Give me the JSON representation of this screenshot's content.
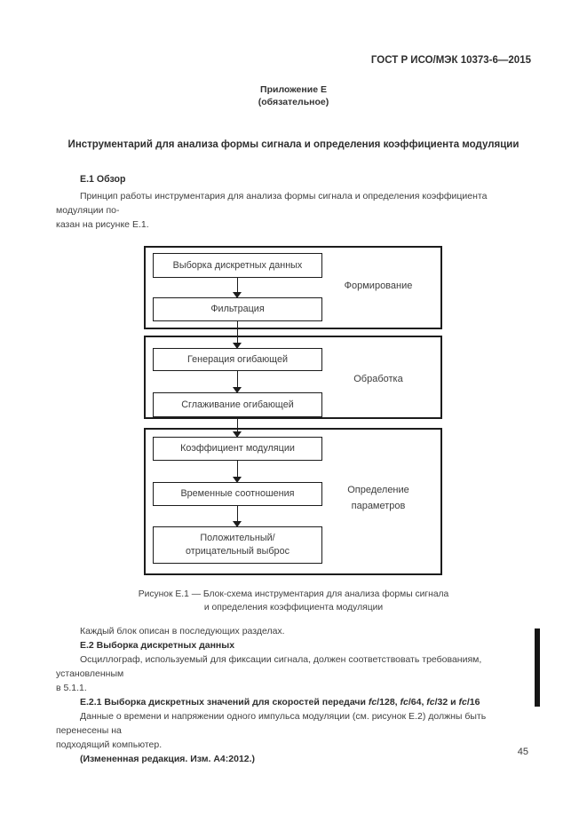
{
  "page": {
    "header": "ГОСТ Р ИСО/МЭК 10373-6—2015",
    "page_number": "45"
  },
  "annex": {
    "title": "Приложение Е",
    "subtitle": "(обязательное)"
  },
  "main_title": "Инструментарий для анализа формы сигнала и определения коэффициента модуляции",
  "sections": {
    "e1_heading": "Е.1 Обзор",
    "e1_paragraph": "Принцип работы инструментария для анализа формы сигнала и определения коэффициента модуляции по-\nказан на рисунке Е.1.",
    "blocks_note": "Каждый блок описан в последующих разделах.",
    "e2_heading": "Е.2 Выборка дискретных данных",
    "e2_paragraph": "Осциллограф, используемый для фиксации сигнала, должен соответствовать требованиям, установленным\nв 5.1.1.",
    "e21_parts": [
      "Е.2.1 Выборка дискретных значений для скоростей передачи ",
      "fc",
      "/128, ",
      "fc",
      "/64, ",
      "fc",
      "/32 и ",
      "fc",
      "/16"
    ],
    "e21_paragraph": "Данные о времени и напряжении одного импульса модуляции (см. рисунок Е.2) должны быть перенесены на\nподходящий компьютер.",
    "amended_note": "(Измененная редакция. Изм. А4:2012.)"
  },
  "figure": {
    "caption": "Рисунок Е.1 — Блок-схема инструментария для анализа формы сигнала\nи определения коэффициента модуляции"
  },
  "diagram": {
    "groups": [
      {
        "label": "Формирование",
        "boxes": [
          "Выборка дискретных данных",
          "Фильтрация"
        ]
      },
      {
        "label": "Обработка",
        "boxes": [
          "Генерация огибающей",
          "Сглаживание огибающей"
        ]
      },
      {
        "label": "Определение\nпараметров",
        "boxes": [
          "Коэффициент модуляции",
          "Временные соотношения",
          "Положительный/\nотрицательный выброс"
        ]
      }
    ]
  },
  "colors": {
    "text": "#3f3f3f",
    "line": "#1c1c1c",
    "background": "#ffffff",
    "change_bar": "#151515"
  }
}
